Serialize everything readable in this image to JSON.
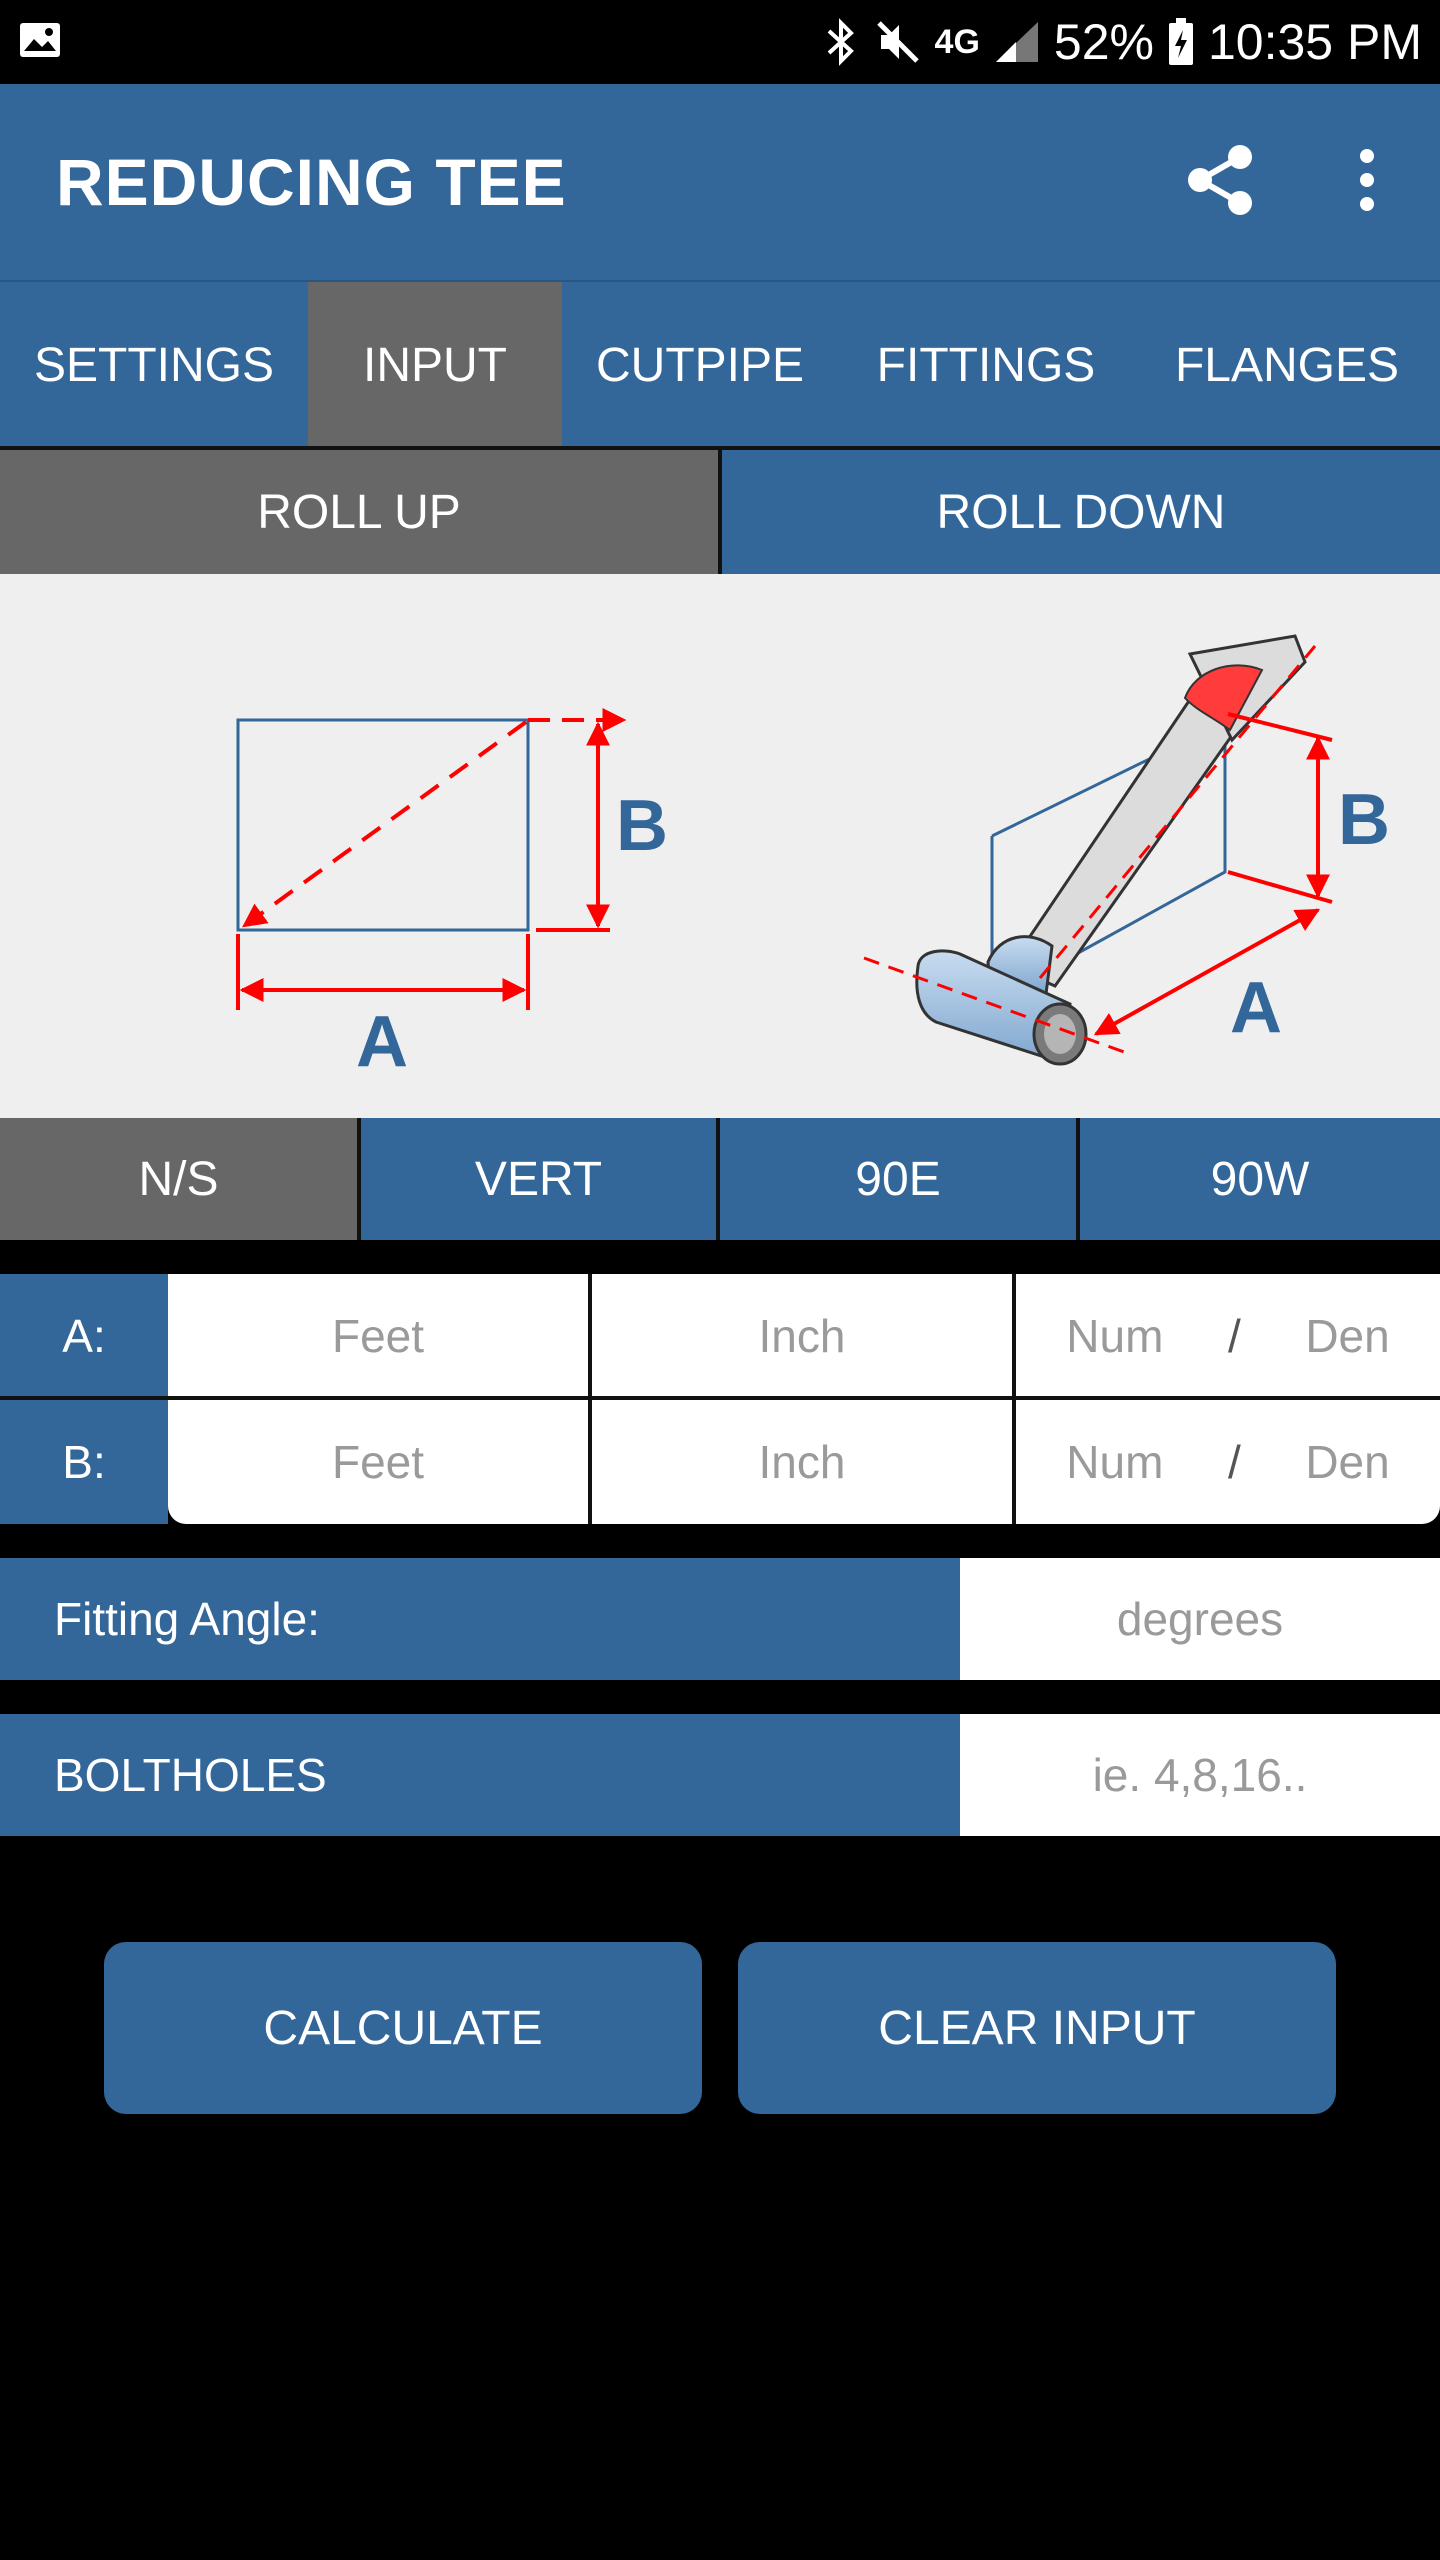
{
  "status_bar": {
    "battery": "52%",
    "time": "10:35 PM",
    "network": "4G",
    "icons": [
      "image-icon",
      "bluetooth-icon",
      "mute-icon",
      "lte-icon",
      "signal-icon",
      "battery-icon"
    ]
  },
  "app_bar": {
    "title": "REDUCING TEE",
    "actions": [
      "share-icon",
      "overflow-menu-icon"
    ]
  },
  "tabs": [
    {
      "label": "SETTINGS",
      "active": false
    },
    {
      "label": "INPUT",
      "active": true
    },
    {
      "label": "CUTPIPE",
      "active": false
    },
    {
      "label": "FITTINGS",
      "active": false
    },
    {
      "label": "FLANGES",
      "active": false
    }
  ],
  "roll": {
    "up_label": "ROLL UP",
    "down_label": "ROLL DOWN",
    "selected": "ROLL UP"
  },
  "diagram": {
    "left_label_a": "A",
    "left_label_b": "B",
    "right_label_a": "A",
    "right_label_b": "B"
  },
  "directions": [
    {
      "label": "N/S",
      "selected": true
    },
    {
      "label": "VERT",
      "selected": false
    },
    {
      "label": "90E",
      "selected": false
    },
    {
      "label": "90W",
      "selected": false
    }
  ],
  "inputs": {
    "a": {
      "label": "A:",
      "feet": "Feet",
      "inch": "Inch",
      "num": "Num",
      "sep": "/",
      "den": "Den"
    },
    "b": {
      "label": "B:",
      "feet": "Feet",
      "inch": "Inch",
      "num": "Num",
      "sep": "/",
      "den": "Den"
    }
  },
  "fitting_angle": {
    "label": "Fitting Angle:",
    "placeholder": "degrees"
  },
  "boltholes": {
    "label": "BOLTHOLES",
    "placeholder": "ie. 4,8,16.."
  },
  "buttons": {
    "calculate": "CALCULATE",
    "clear": "CLEAR INPUT"
  },
  "colors": {
    "primary": "#336699",
    "selected": "#676767",
    "diagram_bg": "#efefef",
    "dim_red": "#ff0000",
    "text_blue": "#336699"
  }
}
